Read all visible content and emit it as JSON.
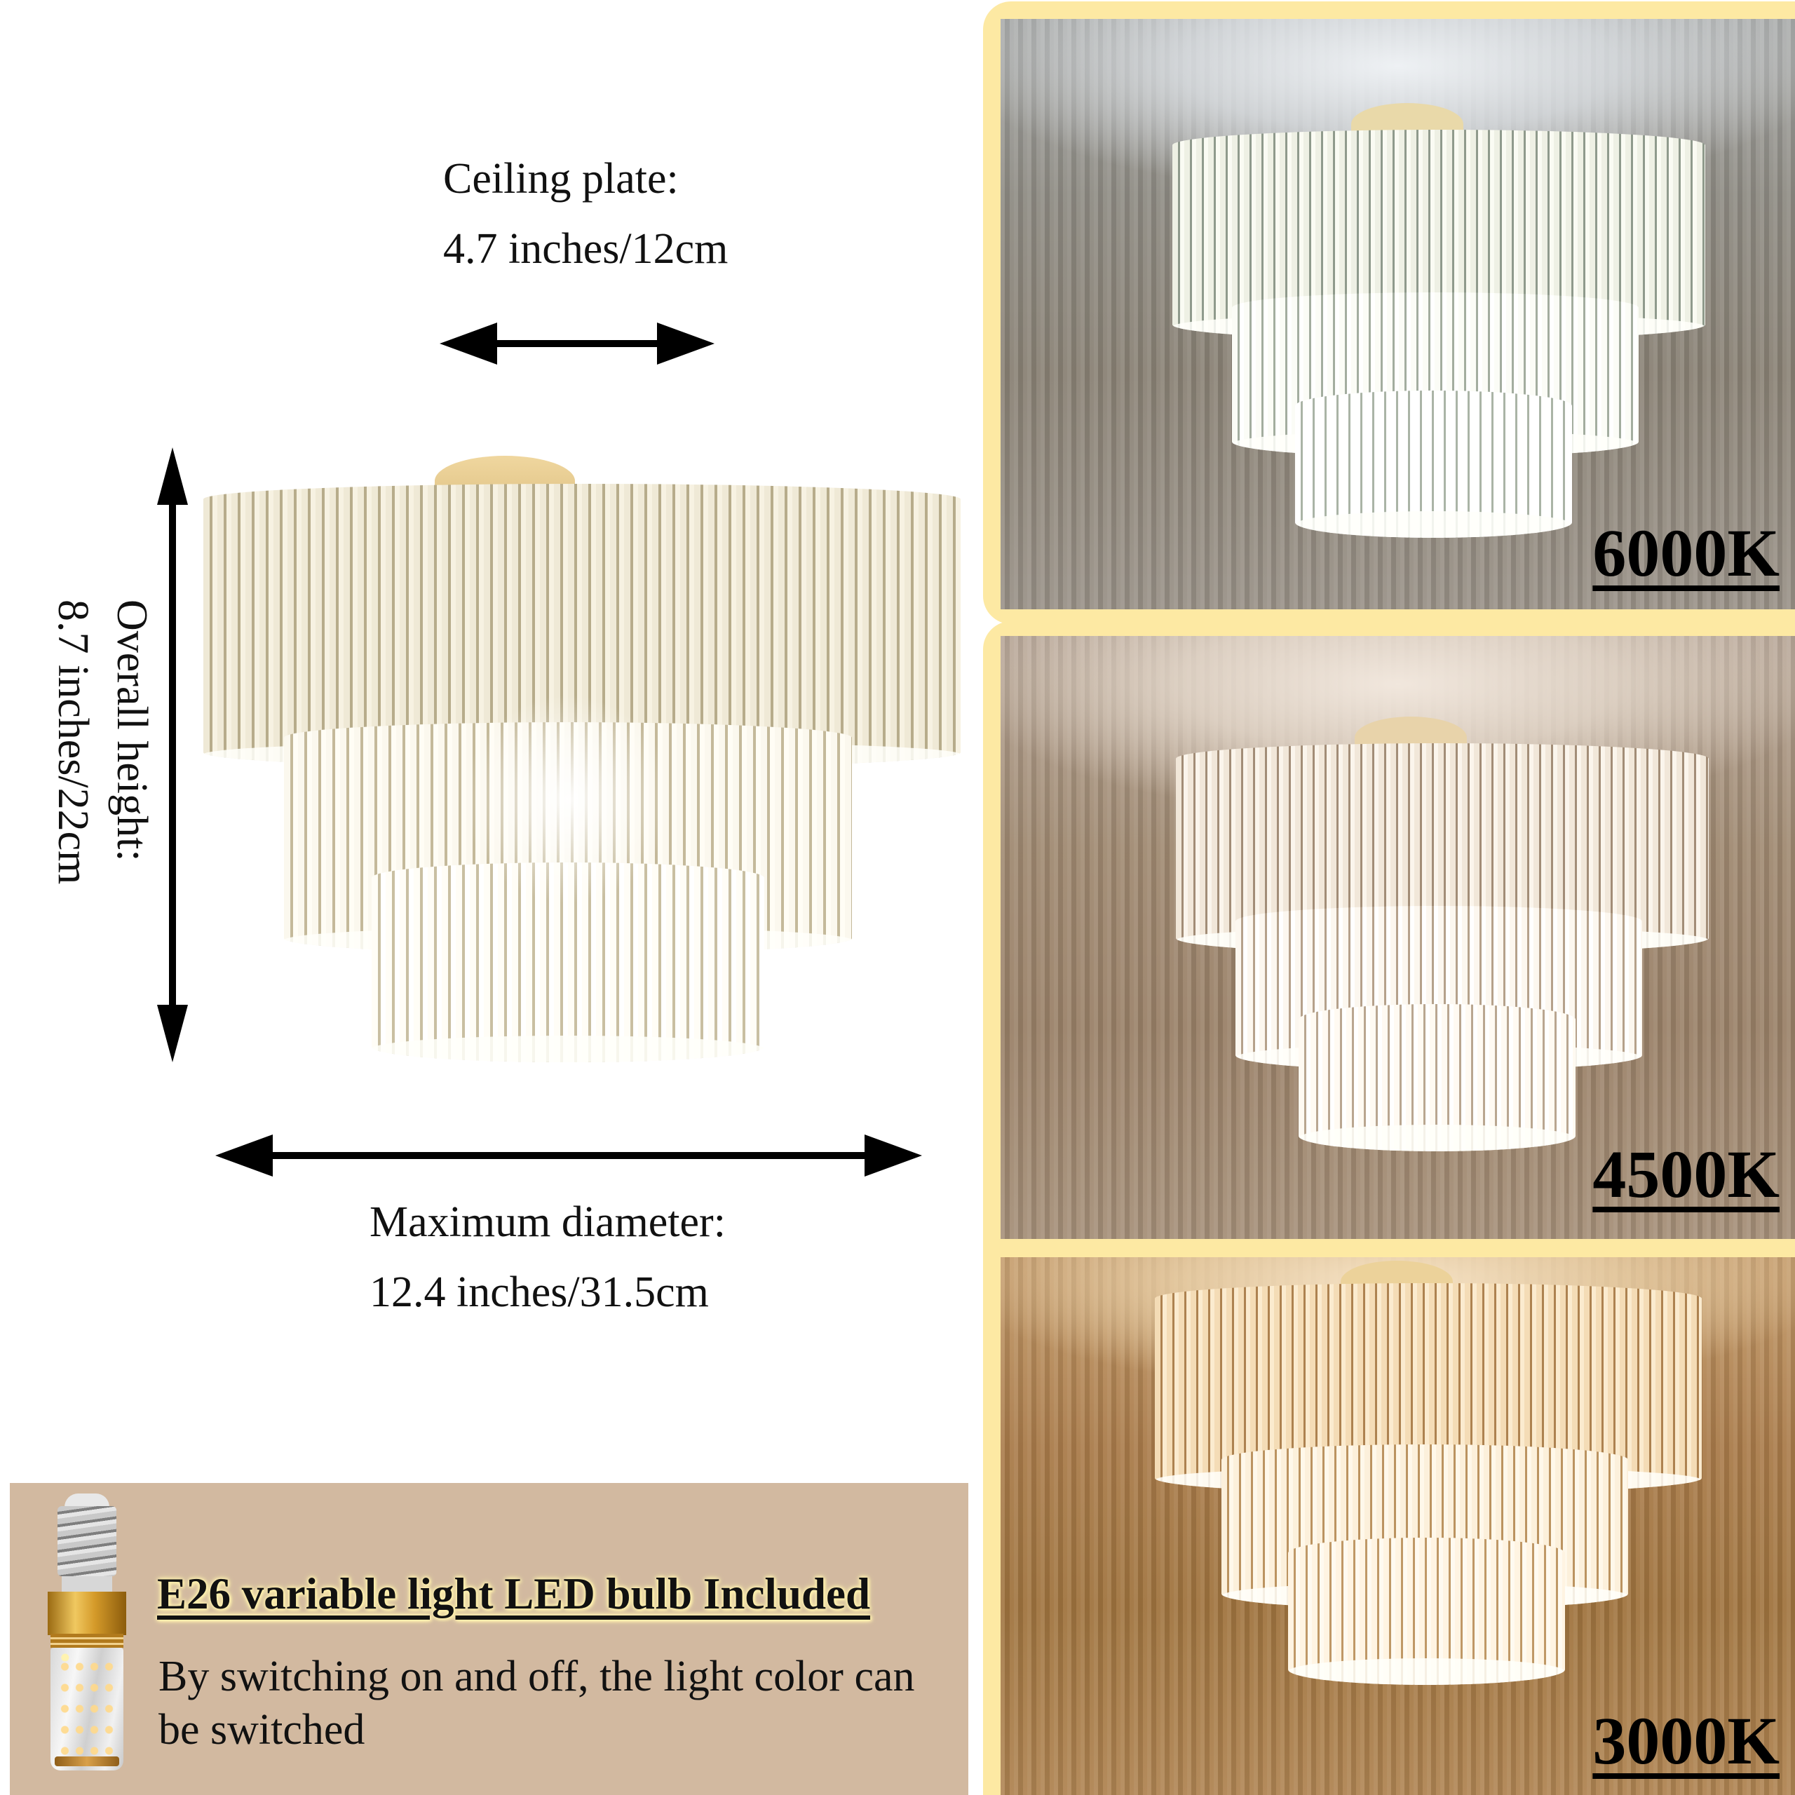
{
  "dimensions": {
    "ceiling_plate": {
      "label": "Ceiling plate:",
      "value": "4.7 inches/12cm"
    },
    "overall_height": {
      "label": "Overall height:",
      "value": "8.7 inches/22cm"
    },
    "max_diameter": {
      "label": "Maximum diameter:",
      "value": "12.4 inches/31.5cm"
    }
  },
  "bulb_info": {
    "title": "E26 variable light LED bulb Included",
    "description": "By switching on and off, the light color can be switched",
    "icon": "led-corn-bulb-icon"
  },
  "color_temperatures": [
    {
      "label": "6000K",
      "tone": "cool white"
    },
    {
      "label": "4500K",
      "tone": "neutral white"
    },
    {
      "label": "3000K",
      "tone": "warm white"
    }
  ],
  "colors": {
    "frame_yellow": "#fde9a3",
    "info_box_tan": "#d2b9a0",
    "text_black": "#111111",
    "rope_beige": "#d7cfb4"
  }
}
